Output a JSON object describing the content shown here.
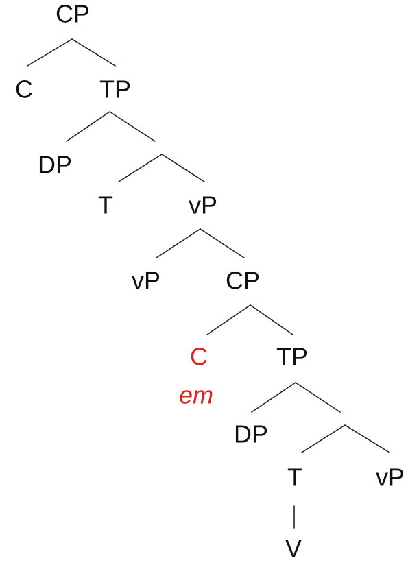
{
  "tree": {
    "nodes": {
      "cp_root": "CP",
      "c_top": "C",
      "tp_top": "TP",
      "dp_top": "DP",
      "t_top": "T",
      "vp_upper": "vP",
      "vp_adjoined": "vP",
      "cp_embedded": "CP",
      "c_embedded": "C",
      "complementizer": "em",
      "tp_embedded": "TP",
      "dp_embedded": "DP",
      "t_embedded": "T",
      "vp_embedded": "vP",
      "v_head": "V"
    },
    "highlight_color": "#e0201e"
  }
}
